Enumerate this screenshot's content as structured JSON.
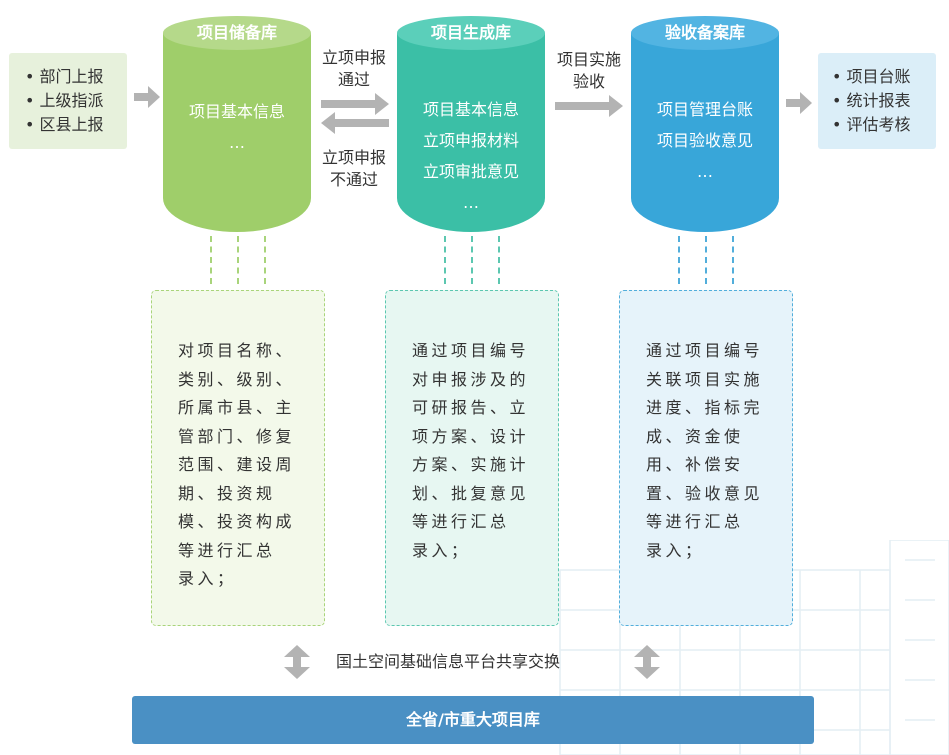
{
  "inputs": [
    "部门上报",
    "上级指派",
    "区县上报"
  ],
  "outputs": [
    "项目台账",
    "统计报表",
    "评估考核"
  ],
  "reserve_db": {
    "title": "项目储备库",
    "lines": [
      "项目基本信息",
      "…"
    ],
    "detail_lines": [
      "对项目名称、",
      "类别、级别、",
      "所属市县、主",
      "管部门、修复",
      "范围、建设周",
      "期、投资规",
      "模、投资构成",
      "等进行汇总",
      "录入；"
    ]
  },
  "generate_db": {
    "title": "项目生成库",
    "lines": [
      "项目基本信息",
      "立项申报材料",
      "立项审批意见",
      "…"
    ],
    "detail_lines": [
      "通过项目编号",
      "对申报涉及的",
      "可研报告、立",
      "项方案、设计",
      "方案、实施计",
      "划、批复意见",
      "等进行汇总",
      "录入；"
    ]
  },
  "accept_db": {
    "title": "验收备案库",
    "lines": [
      "项目管理台账",
      "项目验收意见",
      "…"
    ],
    "detail_lines": [
      "通过项目编号",
      "关联项目实施",
      "进度、指标完",
      "成、资金使",
      "用、补偿安",
      "置、验收意见",
      "等进行汇总",
      "录入；"
    ]
  },
  "arrow_labels": {
    "approved": [
      "立项申报",
      "通过"
    ],
    "rejected": [
      "立项申报",
      "不通过"
    ],
    "accepted": [
      "项目实施",
      "验收"
    ]
  },
  "platform": "国土空间基础信息平台共享交换",
  "major_db": "全省/市重大项目库",
  "colors": {
    "green": "#9fce6a",
    "teal": "#3bbfa6",
    "blue": "#38a6d9",
    "arrow_gray": "#b3b3b3",
    "bar_blue": "#4a90c4"
  }
}
